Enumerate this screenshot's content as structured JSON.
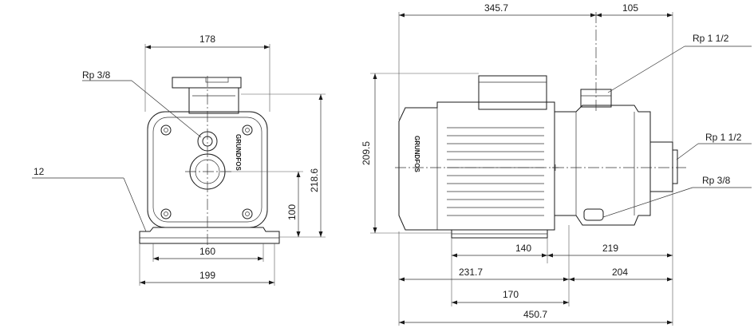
{
  "front_view": {
    "width_top": "178",
    "width_bolt": "160",
    "width_base": "199",
    "height_total": "218.6",
    "height_axis": "100",
    "foot_thickness": "12",
    "drain_port": "Rp 3/8"
  },
  "side_view": {
    "length_motor": "345.7",
    "length_pump": "105",
    "height_total": "209.5",
    "outlet_port": "Rp 1 1/2",
    "inlet_port": "Rp 1 1/2",
    "drain_port": "Rp 3/8",
    "foot_140": "140",
    "foot_219": "219",
    "dim_231_7": "231.7",
    "dim_204": "204",
    "dim_170": "170",
    "length_total": "450.7"
  },
  "brand_text": "GRUNDFOS",
  "colors": {
    "line": "#1a1a1a",
    "background": "#ffffff"
  }
}
